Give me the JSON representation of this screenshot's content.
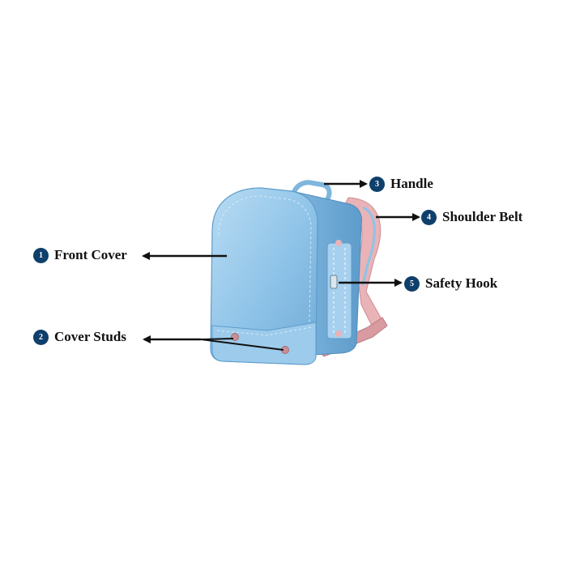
{
  "colors": {
    "badge": "#0f3f6b",
    "arrow": "#111111",
    "bag_main": "#8ec3e8",
    "bag_light": "#b9dcf3",
    "bag_dark": "#5e9ccb",
    "strap_pink": "#e9b3b7",
    "stud": "#c98f95"
  },
  "callouts": [
    {
      "number": "1",
      "label": "Front Cover"
    },
    {
      "number": "2",
      "label": "Cover Studs"
    },
    {
      "number": "3",
      "label": "Handle"
    },
    {
      "number": "4",
      "label": "Shoulder Belt"
    },
    {
      "number": "5",
      "label": "Safety Hook"
    }
  ]
}
